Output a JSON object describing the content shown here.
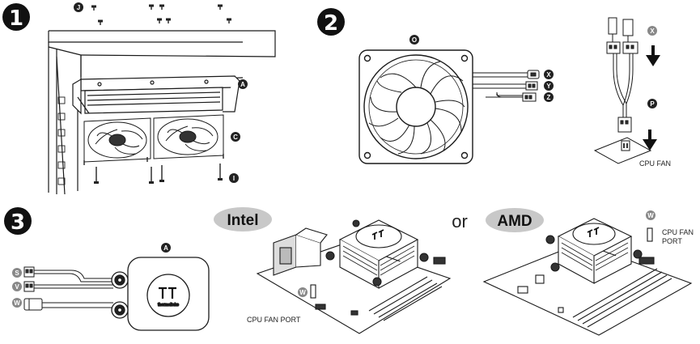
{
  "steps": {
    "one": "1",
    "two": "2",
    "three": "3"
  },
  "markers": {
    "A": "A",
    "C": "C",
    "I": "I",
    "J": "J",
    "O": "O",
    "P": "P",
    "S": "S",
    "V": "V",
    "W": "W",
    "X": "X",
    "Y": "Y",
    "Z": "Z"
  },
  "labels": {
    "cpu_fan": "CPU FAN",
    "cpu_fan_port": "CPU FAN PORT",
    "cpu_fan_port_line1": "CPU FAN",
    "cpu_fan_port_line2": "PORT",
    "or": "or",
    "intel": "Intel",
    "amd": "AMD",
    "brand": "thermaltake"
  },
  "colors": {
    "line": "#1a1a1a",
    "marker": "#222222",
    "pill": "#c8c8c8"
  }
}
